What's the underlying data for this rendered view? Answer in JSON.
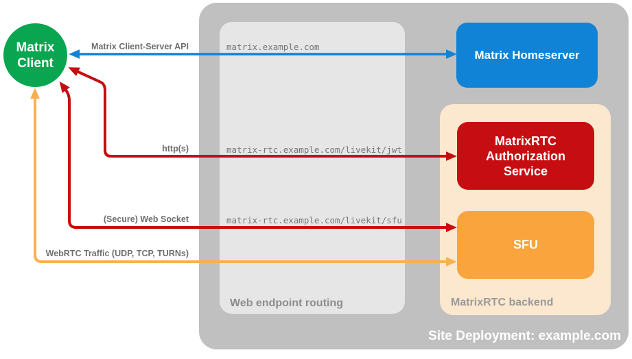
{
  "client": {
    "label": "Matrix\nClient"
  },
  "arrows": {
    "client_server_api": {
      "label": "Matrix Client-Server API",
      "color": "#1183d6"
    },
    "https": {
      "label": "http(s)",
      "color": "#c60d11"
    },
    "websocket": {
      "label": "(Secure) Web Socket",
      "color": "#c60d11"
    },
    "webrtc": {
      "label": "WebRTC Traffic (UDP, TCP, TURNs)",
      "color": "#fab050"
    }
  },
  "site": {
    "caption": "Site Deployment: example.com",
    "routing": {
      "caption": "Web endpoint routing",
      "endpoints": [
        "matrix.example.com",
        "matrix-rtc.example.com/livekit/jwt",
        "matrix-rtc.example.com/livekit/sfu"
      ]
    },
    "homeserver": {
      "label": "Matrix Homeserver"
    },
    "backend": {
      "caption": "MatrixRTC backend",
      "auth_service": {
        "label": "MatrixRTC Authorization Service"
      },
      "sfu": {
        "label": "SFU"
      }
    }
  },
  "colors": {
    "client_green": "#0aa550",
    "homeserver_blue": "#1183d6",
    "auth_red": "#c60d11",
    "sfu_orange": "#f9a43c",
    "backend_peach": "#fce8ce",
    "site_gray": "#c0c0c0",
    "routing_gray": "#e6e6e6"
  }
}
